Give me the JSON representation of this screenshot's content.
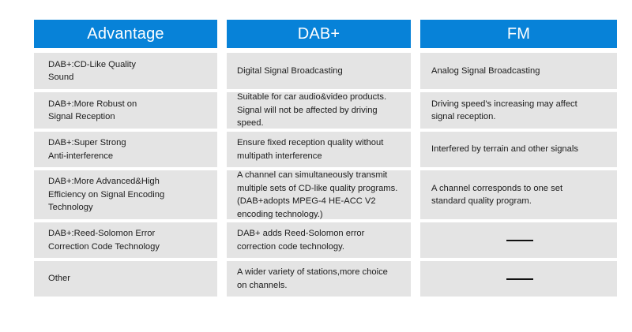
{
  "table": {
    "columns": [
      {
        "key": "advantage",
        "header": "Advantage",
        "cells": [
          "DAB+:CD-Like Quality\nSound",
          "DAB+:More Robust on\nSignal Reception",
          "DAB+:Super Strong\nAnti-interference",
          "DAB+:More Advanced&High\nEfficiency on Signal Encoding\nTechnology",
          "DAB+:Reed-Solomon Error\nCorrection Code Technology",
          "Other"
        ]
      },
      {
        "key": "dabplus",
        "header": "DAB+",
        "cells": [
          "Digital Signal Broadcasting",
          "Suitable for car audio&video products.\nSignal will not be affected by driving\nspeed.",
          "Ensure fixed reception quality without\nmultipath interference",
          "A channel can simultaneously transmit\nmultiple sets of CD-like quality programs.\n(DAB+adopts MPEG-4 HE-ACC V2\nencoding technology.)",
          "DAB+ adds Reed-Solomon error\ncorrection code technology.",
          "A wider variety of stations,more choice\non channels."
        ]
      },
      {
        "key": "fm",
        "header": "FM",
        "cells": [
          "Analog Signal Broadcasting",
          "Driving speed's increasing may affect\nsignal reception.",
          "Interfered by terrain and other signals",
          "A channel corresponds to one set\nstandard quality program.",
          "",
          ""
        ],
        "placeholder_rows": [
          4,
          5
        ]
      }
    ]
  },
  "colors": {
    "header_blue": "#0782d8",
    "cell_gray": "#e4e4e4",
    "page_background": "#ffffff",
    "text": "#1c1c1c",
    "dash": "#111111"
  }
}
